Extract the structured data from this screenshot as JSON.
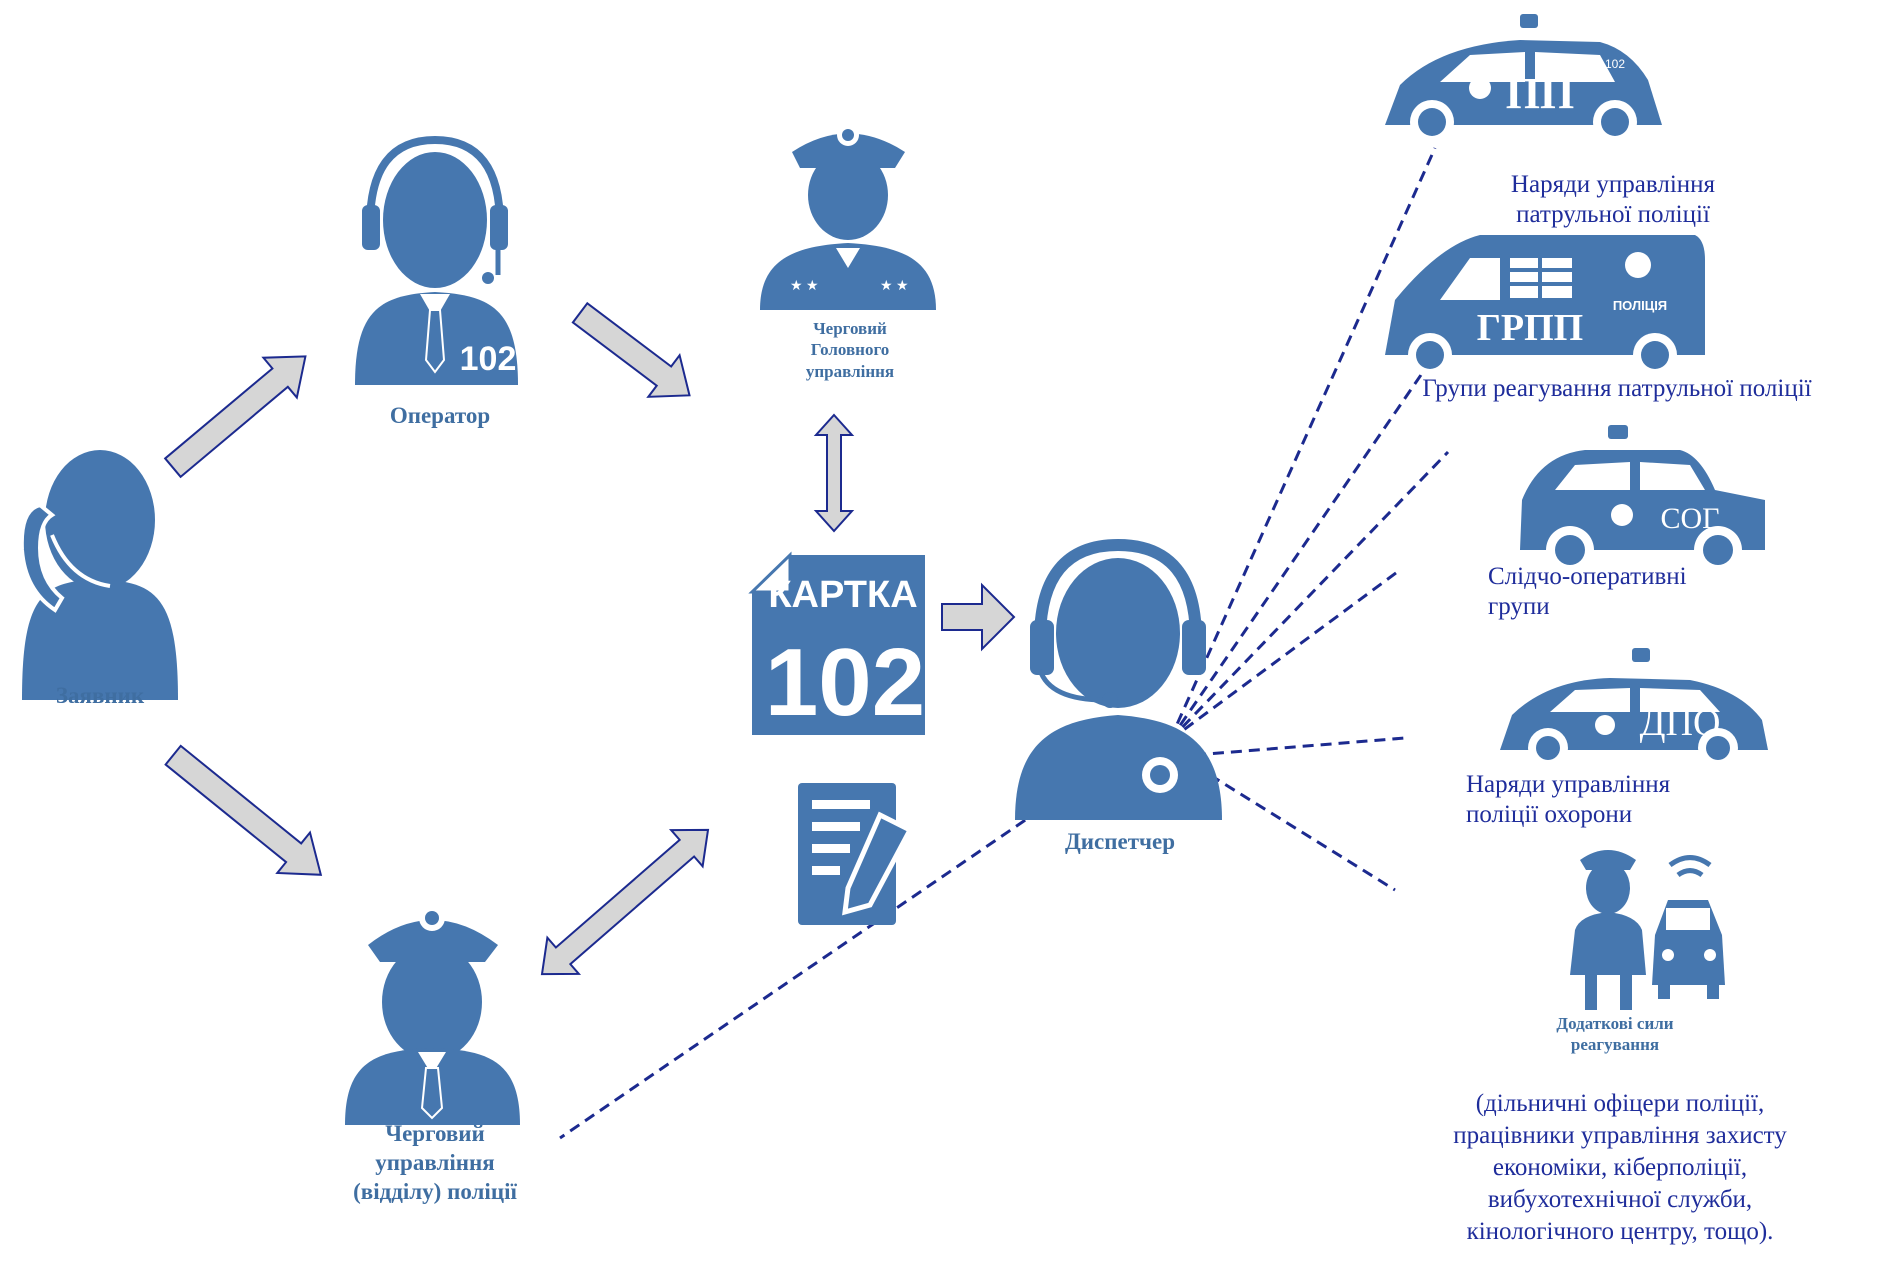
{
  "roles": {
    "applicant": "Заявник",
    "operator": "Оператор",
    "chief_duty_line1": "Черговий",
    "chief_duty_line2": "Головного",
    "chief_duty_line3": "управління",
    "dispatcher": "Диспетчер",
    "local_duty_line1": "Черговий",
    "local_duty_line2": "управління",
    "local_duty_line3": "(відділу) поліції",
    "extra_forces_line1": "Додаткові сили",
    "extra_forces_line2": "реагування"
  },
  "card": {
    "top": "КАРТКА",
    "number": "102"
  },
  "operator_badge": "102",
  "vehicles": {
    "patrol_code": "ПП",
    "patrol_tag": "102",
    "grpp_code": "ГРПП",
    "grpp_tag": "ПОЛІЦІЯ",
    "sog_code": "СОГ",
    "dpo_code": "ДПО"
  },
  "units": {
    "patrol_line1": "Наряди управління",
    "patrol_line2": "патрульної поліції",
    "grpp": "Групи реагування патрульної поліції",
    "sog_line1": "Слідчо-оперативні",
    "sog_line2": "групи",
    "dpo_line1": "Наряди управління",
    "dpo_line2": "поліції охорони",
    "extra_line1": "(дільничні офіцери поліції,",
    "extra_line2": "працівники управління захисту",
    "extra_line3": "економіки, кіберполіції,",
    "extra_line4": "вибухотехнічної служби,",
    "extra_line5": "кінологічного центру, тощо)."
  },
  "colors": {
    "icon": "#4677af",
    "arrow_fill": "#d6d6d6",
    "arrow_stroke": "#1c2a8f",
    "dash": "#1c2a8f",
    "label": "#3f6ea1",
    "text_blue": "#1f2d9b"
  }
}
